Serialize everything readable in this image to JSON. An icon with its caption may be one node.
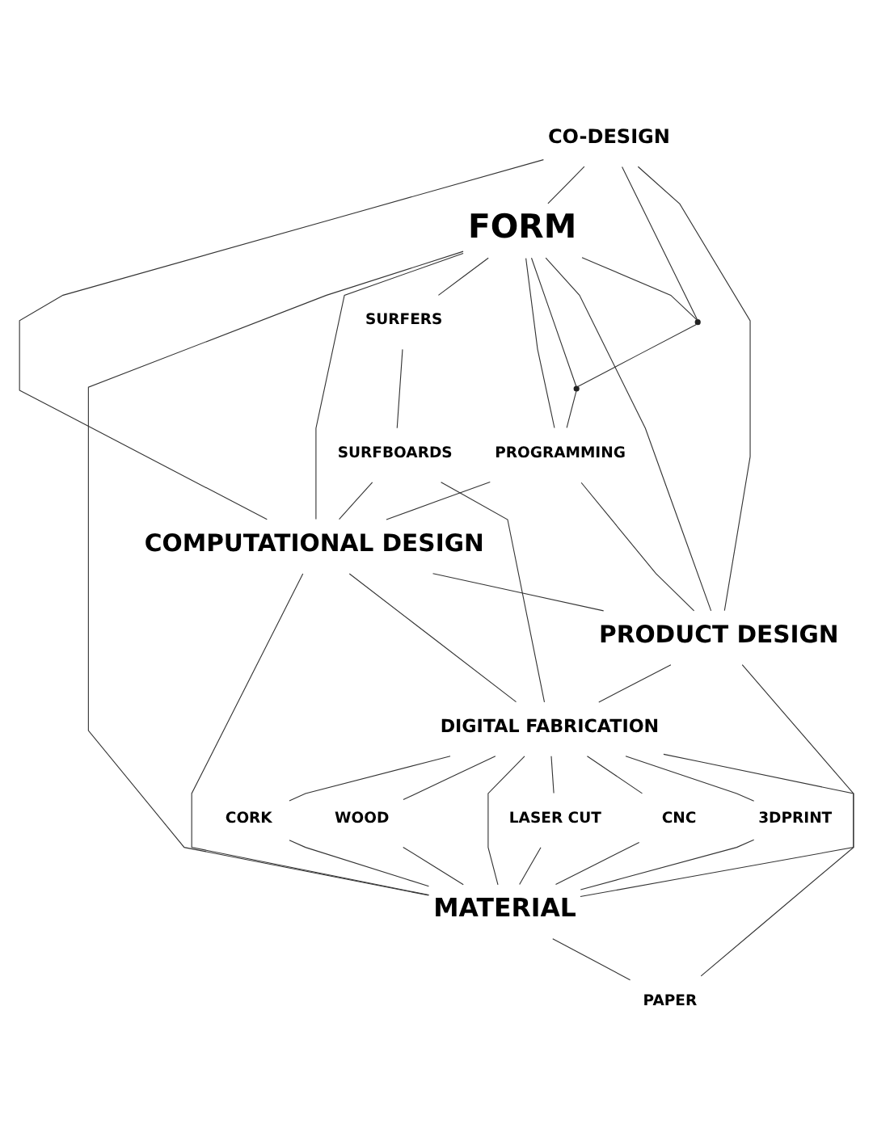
{
  "diagram": {
    "nodes": [
      {
        "text": [
          "CO-DESIGN"
        ]
      },
      {
        "text": [
          "FORM"
        ]
      },
      {
        "text": [],
        "shape": "point"
      },
      {
        "text": [],
        "shape": "point"
      },
      {
        "text": [
          "PROGRAMMING"
        ]
      },
      {
        "text": [
          "SURFERS"
        ]
      },
      {
        "text": [
          "SURFBOARDS"
        ]
      },
      {
        "text": [
          "COMPUTATIONAL DESIGN"
        ]
      },
      {
        "text": [
          "PRODUCT DESIGN"
        ]
      },
      {
        "text": [
          "DIGITAL FABRICATION"
        ]
      },
      {
        "text": [
          "LASER CUT"
        ]
      },
      {
        "text": [
          "CNC"
        ]
      },
      {
        "text": [
          "3DPRINT"
        ]
      },
      {
        "text": [
          "CORK"
        ]
      },
      {
        "text": [
          "WOOD"
        ]
      },
      {
        "text": [
          "MATERIAL"
        ]
      },
      {
        "text": [
          "PAPER"
        ]
      }
    ],
    "edges": [
      {
        "from": 0,
        "to": 1,
        "arrow": "none"
      },
      {
        "from": 1,
        "to": 2,
        "arrow": "none"
      },
      {
        "from": 1,
        "to": 3,
        "arrow": "none"
      },
      {
        "from": 1,
        "to": 4,
        "arrow": "none"
      },
      {
        "from": 1,
        "to": 5,
        "arrow": "none"
      },
      {
        "from": 1,
        "to": 7,
        "arrow": "none"
      },
      {
        "from": 1,
        "to": 8,
        "arrow": "none"
      },
      {
        "from": 1,
        "to": 15,
        "arrow": "none"
      },
      {
        "from": 0,
        "to": 2,
        "arrow": "none"
      },
      {
        "from": 0,
        "to": 8,
        "arrow": "none"
      },
      {
        "from": 0,
        "to": 7,
        "arrow": "none"
      },
      {
        "from": 2,
        "to": 3,
        "arrow": "none"
      },
      {
        "from": 3,
        "to": 4,
        "arrow": "none"
      },
      {
        "from": 4,
        "to": 7,
        "arrow": "none"
      },
      {
        "from": 4,
        "to": 8,
        "arrow": "none"
      },
      {
        "from": 5,
        "to": 6,
        "arrow": "none"
      },
      {
        "from": 6,
        "to": 7,
        "arrow": "none"
      },
      {
        "from": 6,
        "to": 9,
        "arrow": "none"
      },
      {
        "from": 7,
        "to": 8,
        "arrow": "none"
      },
      {
        "from": 7,
        "to": 9,
        "arrow": "none"
      },
      {
        "from": 7,
        "to": 15,
        "arrow": "none"
      },
      {
        "from": 8,
        "to": 9,
        "arrow": "none"
      },
      {
        "from": 8,
        "to": 15,
        "arrow": "none"
      },
      {
        "from": 9,
        "to": 10,
        "arrow": "none"
      },
      {
        "from": 9,
        "to": 11,
        "arrow": "none"
      },
      {
        "from": 9,
        "to": 12,
        "arrow": "none"
      },
      {
        "from": 9,
        "to": 13,
        "arrow": "none"
      },
      {
        "from": 9,
        "to": 14,
        "arrow": "none"
      },
      {
        "from": 9,
        "to": 16,
        "arrow": "none"
      },
      {
        "from": 9,
        "to": 15,
        "arrow": "none"
      },
      {
        "from": 10,
        "to": 15,
        "arrow": "none"
      },
      {
        "from": 11,
        "to": 15,
        "arrow": "none"
      },
      {
        "from": 12,
        "to": 15,
        "arrow": "none"
      },
      {
        "from": 13,
        "to": 15,
        "arrow": "none"
      },
      {
        "from": 14,
        "to": 15,
        "arrow": "none"
      },
      {
        "from": 15,
        "to": 16,
        "arrow": "none"
      }
    ]
  }
}
